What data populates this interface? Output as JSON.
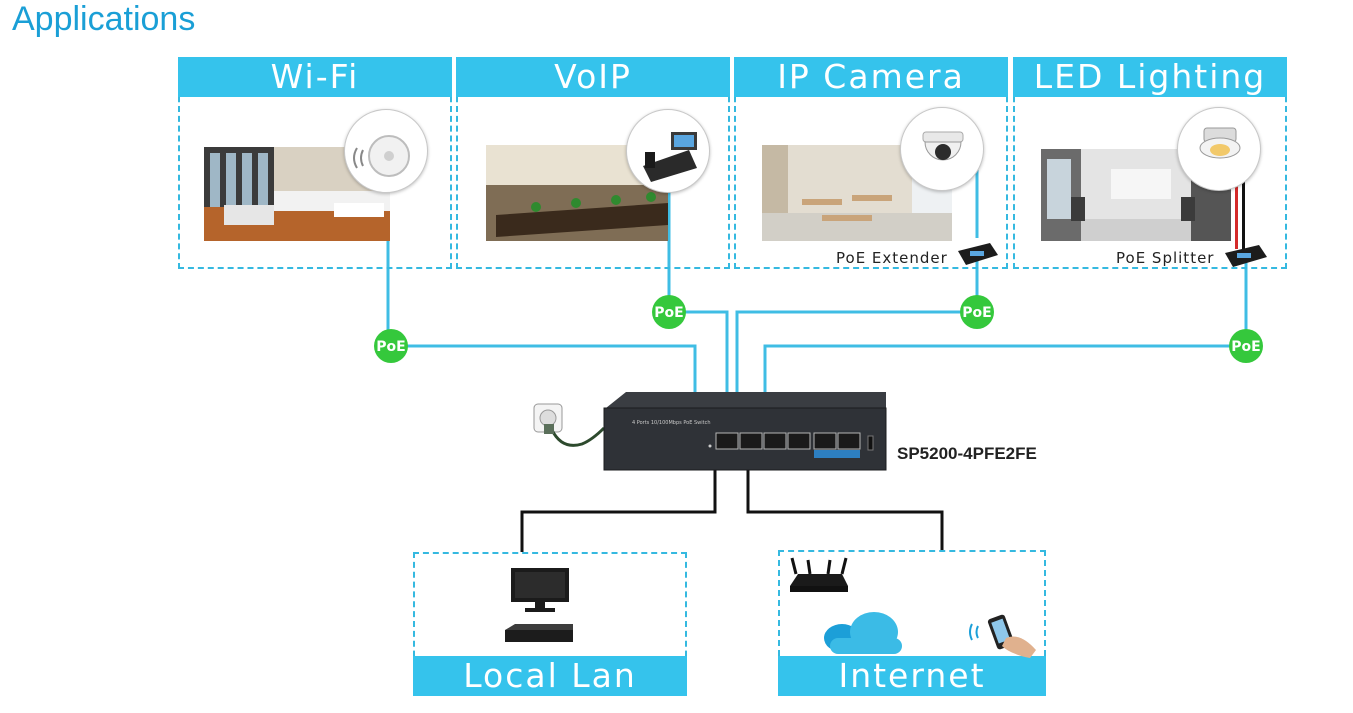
{
  "title": "Applications",
  "applications": [
    {
      "label": "Wi-Fi"
    },
    {
      "label": "VoIP"
    },
    {
      "label": "IP Camera",
      "accessory": "PoE Extender"
    },
    {
      "label": "LED Lighting",
      "accessory": "PoE Splitter"
    }
  ],
  "poe_badge": "PoE",
  "switch_model": "SP5200-4PFE2FE",
  "switch_front_text": "4 Ports 10/100Mbps PoE Switch",
  "uplinks": [
    {
      "label": "Local Lan"
    },
    {
      "label": "Internet"
    }
  ],
  "colors": {
    "accent": "#35c3ec",
    "wire": "#3fbde4",
    "poe_green": "#35c83c",
    "title": "#1a9fd6"
  }
}
